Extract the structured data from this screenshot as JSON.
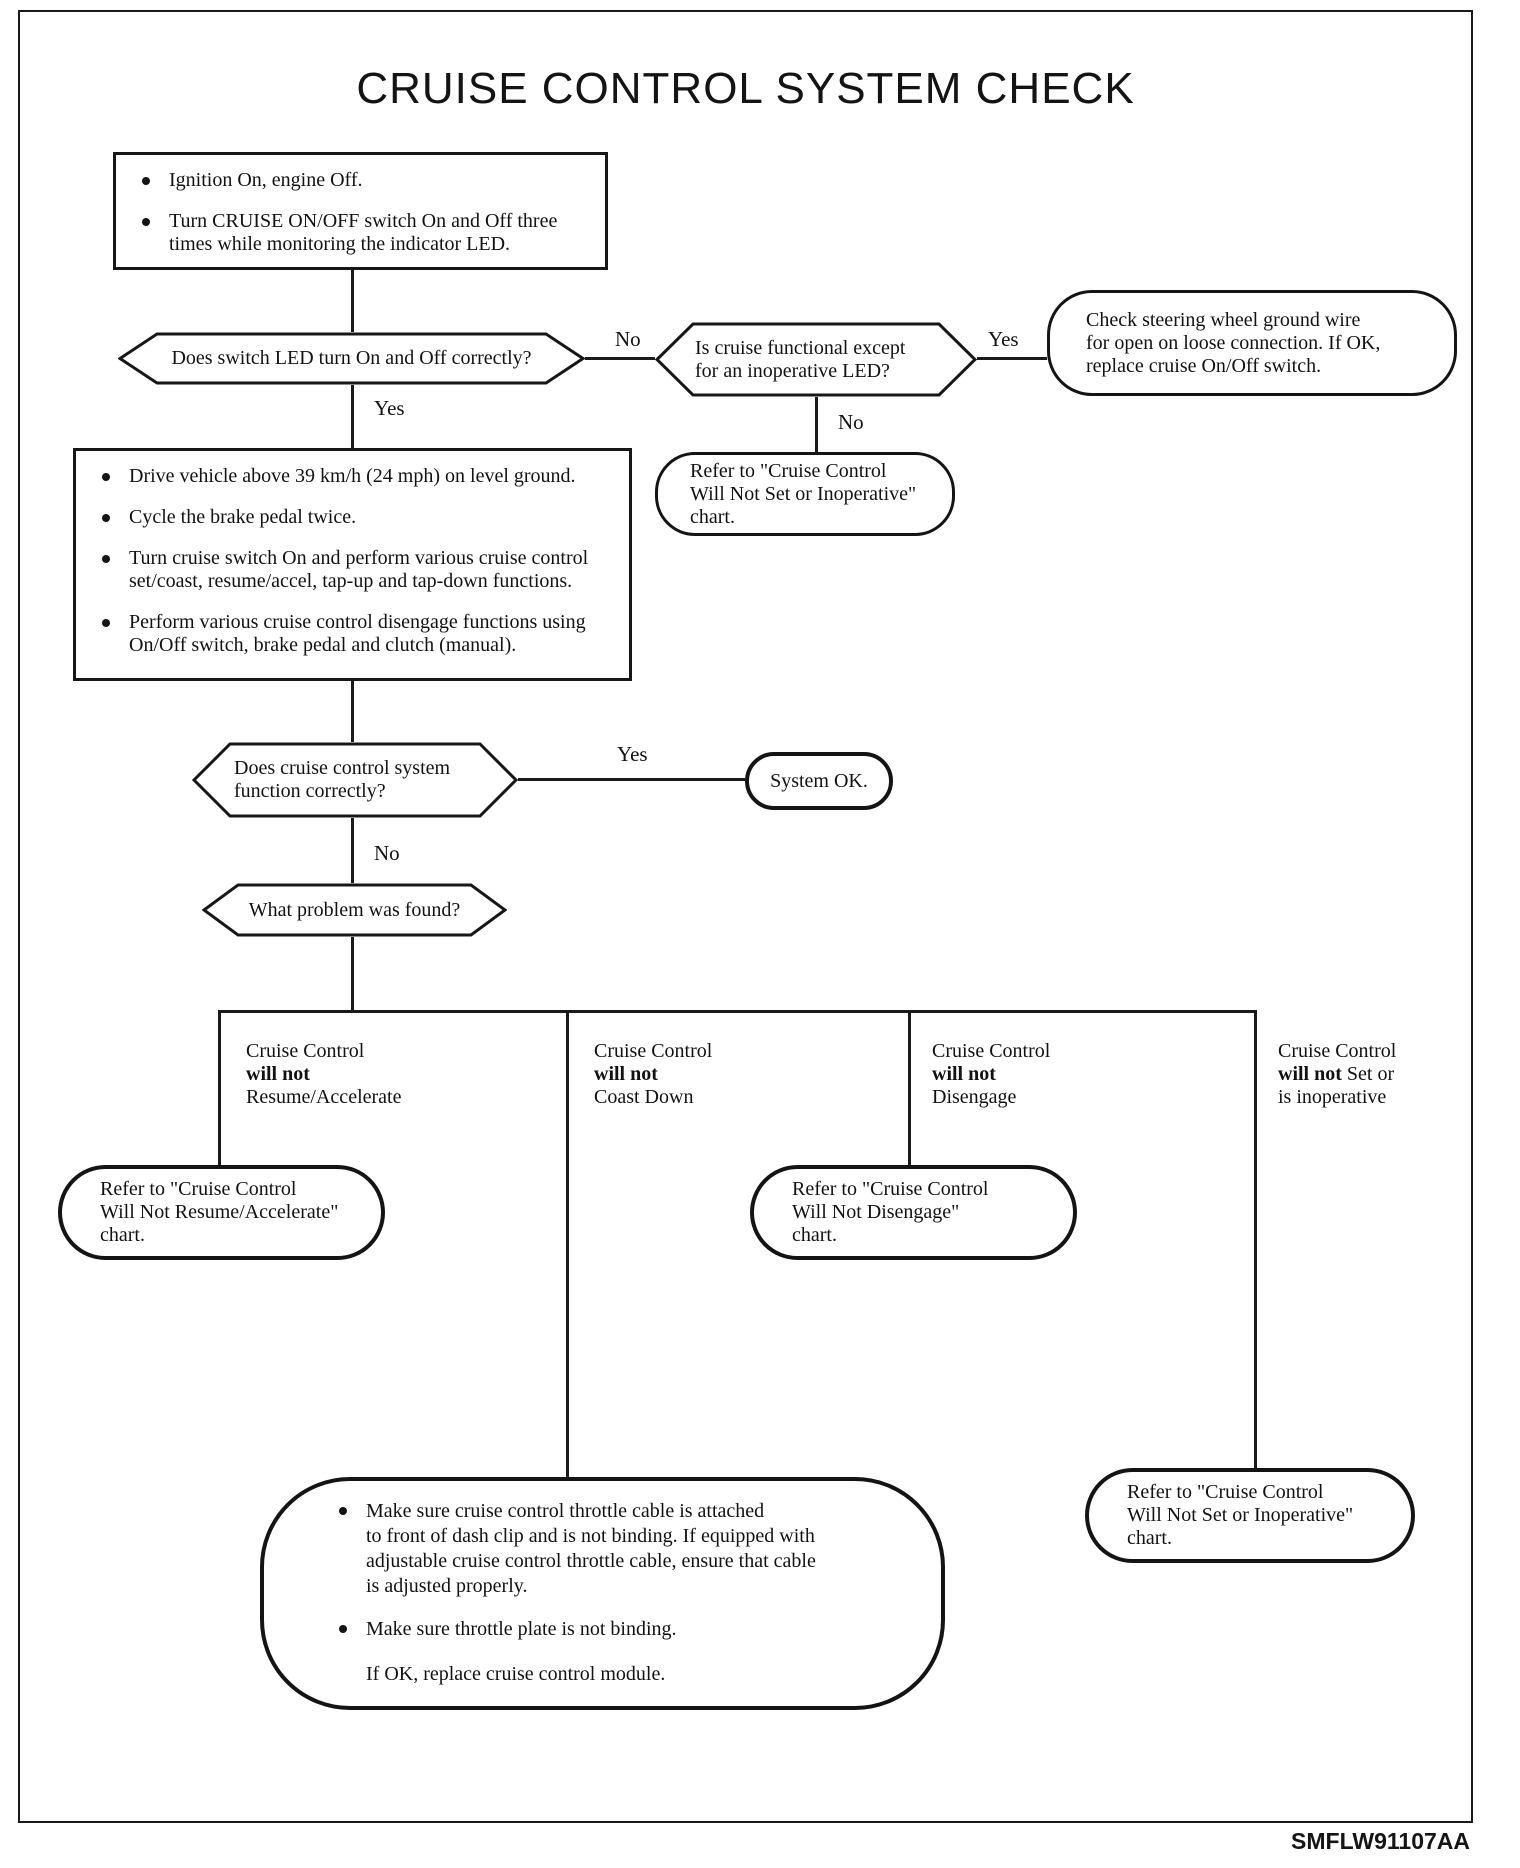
{
  "title": "CRUISE CONTROL SYSTEM CHECK",
  "doc_code": "SMFLW91107AA",
  "labels": {
    "yes": "Yes",
    "no": "No"
  },
  "start_box": {
    "bullets": [
      "Ignition On, engine Off.",
      "Turn CRUISE ON/OFF switch On and Off three\ntimes while monitoring the indicator LED."
    ]
  },
  "decision_led": "Does switch LED turn On and Off correctly?",
  "decision_functional": "Is cruise functional except\nfor an inoperative LED?",
  "check_ground": "Check steering wheel ground wire\nfor open on loose connection. If OK,\nreplace cruise On/Off switch.",
  "refer_set_inoperative_top": "Refer to \"Cruise Control\nWill Not Set or Inoperative\"\nchart.",
  "drive_box": {
    "bullets": [
      "Drive vehicle above 39 km/h (24 mph) on level ground.",
      "Cycle the brake pedal twice.",
      "Turn cruise switch On and perform various cruise control\nset/coast, resume/accel, tap-up and tap-down functions.",
      "Perform various cruise control disengage functions using\nOn/Off switch, brake pedal and clutch (manual)."
    ]
  },
  "decision_function": "Does cruise control system\nfunction correctly?",
  "system_ok": "System OK.",
  "decision_problem": "What problem was found?",
  "branches": [
    {
      "line1": "Cruise Control",
      "bold": "will not",
      "bold_suffix": "",
      "line3": "Resume/Accelerate"
    },
    {
      "line1": "Cruise Control",
      "bold": "will not",
      "bold_suffix": "",
      "line3": "Coast Down"
    },
    {
      "line1": "Cruise Control",
      "bold": "will not",
      "bold_suffix": "",
      "line3": "Disengage"
    },
    {
      "line1": "Cruise Control",
      "bold": "will not",
      "bold_suffix": " Set or",
      "line3": "is inoperative"
    }
  ],
  "refer_resume": "Refer to \"Cruise Control\nWill Not Resume/Accelerate\"\nchart.",
  "refer_disengage": "Refer to \"Cruise Control\nWill Not Disengage\"\nchart.",
  "throttle_box": {
    "bullets": [
      "Make sure cruise control throttle cable is attached\nto front of dash clip and is not binding. If equipped with\nadjustable cruise control throttle cable, ensure that cable\nis adjusted properly.",
      "Make sure throttle plate is not binding."
    ],
    "note": "If OK, replace cruise control module."
  },
  "refer_set_inoperative_bottom": "Refer to \"Cruise Control\nWill Not Set or Inoperative\"\nchart."
}
